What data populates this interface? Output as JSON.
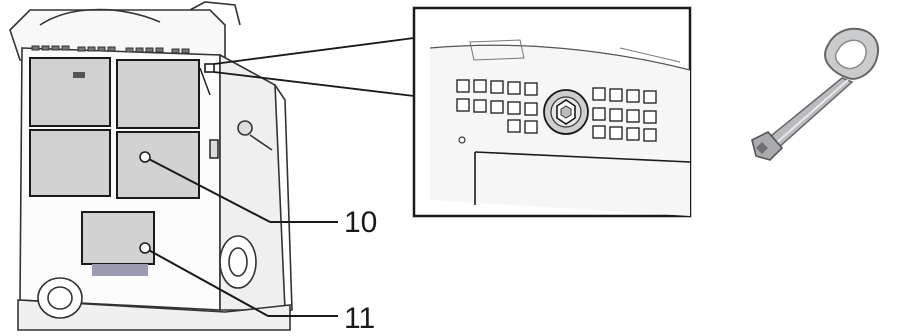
{
  "callouts": [
    {
      "id": "10",
      "label": "10",
      "target": "front-panel-cover"
    },
    {
      "id": "11",
      "label": "11",
      "target": "lower-panel-cover"
    }
  ],
  "icons": {
    "key": "triangle-key-icon",
    "lock": "triangle-lock-icon"
  },
  "colors": {
    "outline": "#1a1a1a",
    "panel_fill": "#d2d2d2",
    "panel_dark": "#b5b5b5",
    "metal": "#c4c6c8",
    "line": "#333333"
  }
}
